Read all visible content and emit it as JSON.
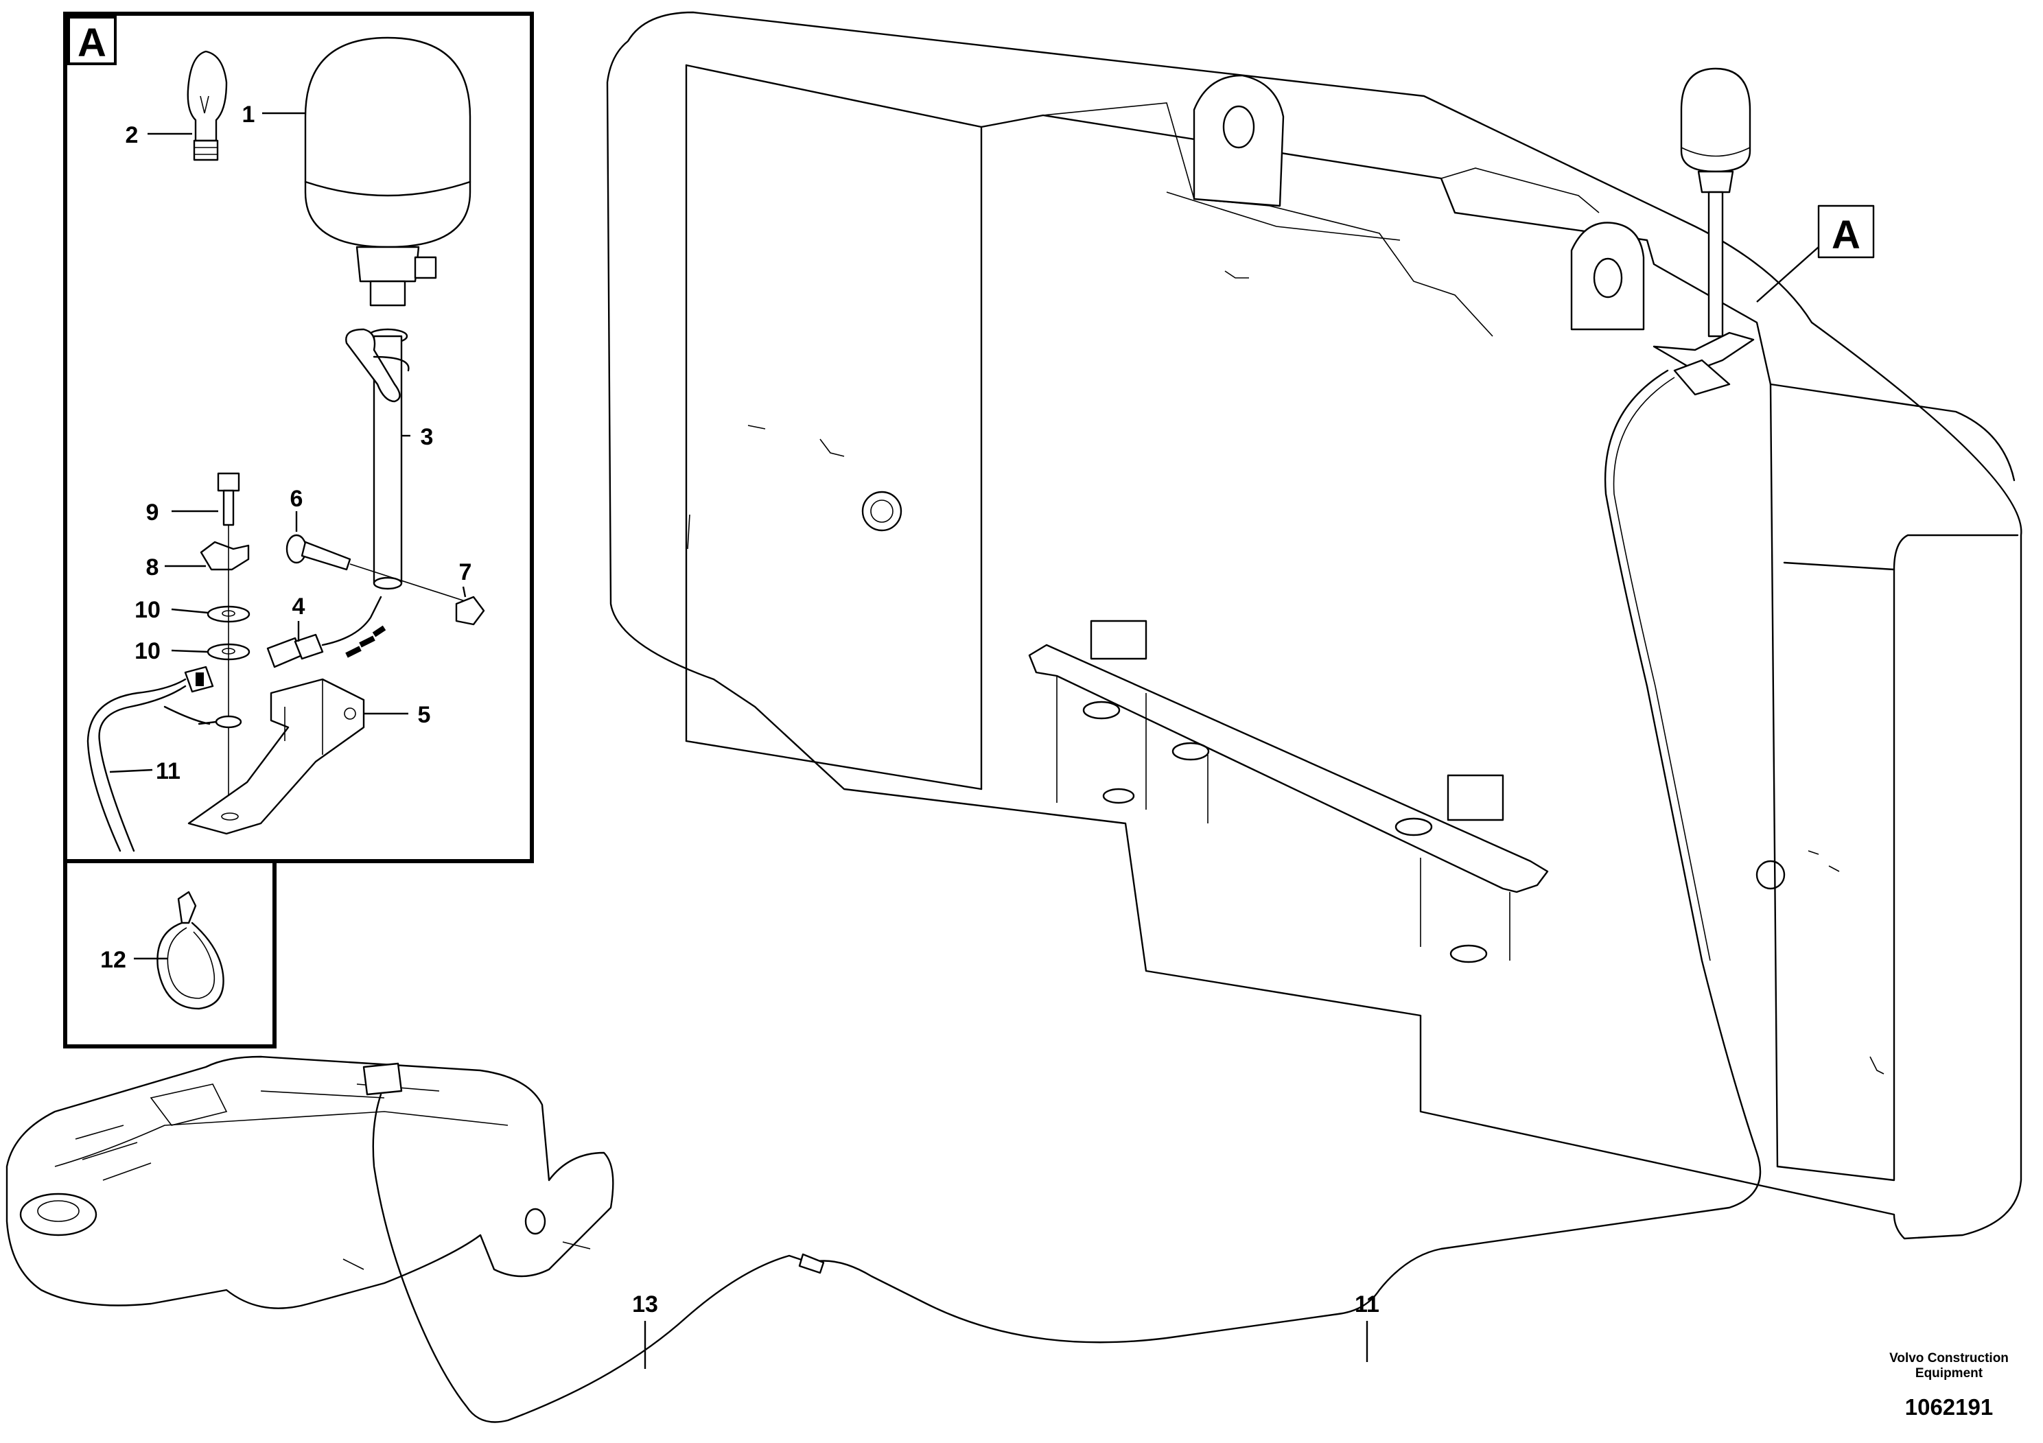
{
  "detail_view": {
    "tag": "A",
    "callouts": {
      "c1": "1",
      "c2": "2",
      "c3": "3",
      "c4": "4",
      "c5": "5",
      "c6": "6",
      "c7": "7",
      "c8": "8",
      "c9": "9",
      "c10a": "10",
      "c10b": "10",
      "c11": "11"
    }
  },
  "tie_view": {
    "callout": "12"
  },
  "main_view": {
    "tag": "A",
    "callouts": {
      "c13": "13",
      "c11": "11"
    }
  },
  "footer": {
    "credit_line1": "Volvo Construction",
    "credit_line2": "Equipment",
    "document_number": "1062191"
  }
}
